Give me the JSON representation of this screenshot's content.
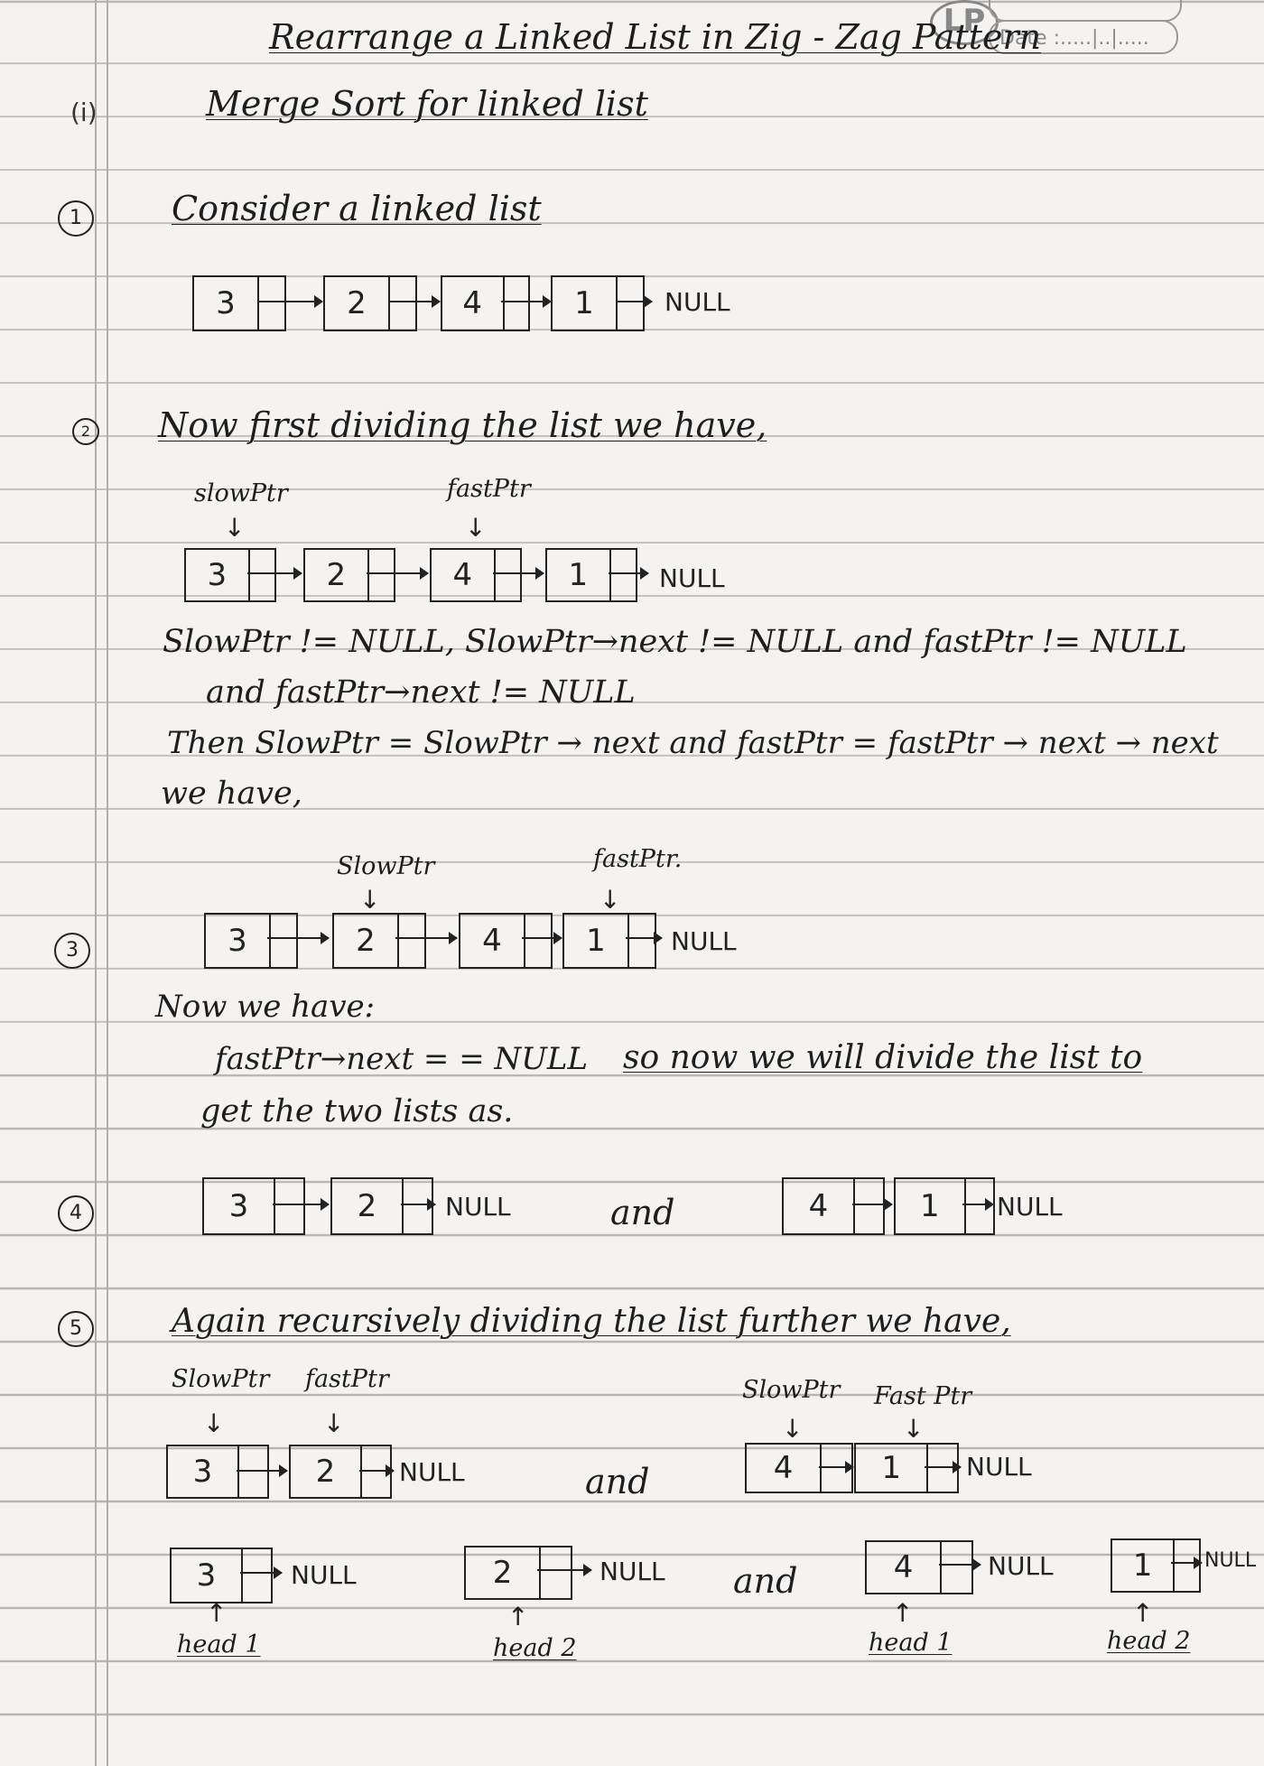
{
  "header": {
    "logo": "LP",
    "date_label": "Date :.....|..|.....",
    "title": "Rearrange a Linked List in Zig - Zag Pattern",
    "sub_mark": "(i)",
    "subtitle": "Merge Sort for linked list"
  },
  "step1": {
    "num": "1",
    "text": "Consider a linked list",
    "nodes": [
      "3",
      "2",
      "4",
      "1"
    ],
    "null": "NULL"
  },
  "step2": {
    "num": "2",
    "text": "Now first dividing the list we have,",
    "slow_label": "slowPtr",
    "fast_label": "fastPtr",
    "nodes": [
      "3",
      "2",
      "4",
      "1"
    ],
    "null": "NULL",
    "cond_line1": "SlowPtr != NULL, SlowPtr→next != NULL and fastPtr != NULL",
    "cond_line2": "and fastPtr→next != NULL",
    "then_line": "Then   SlowPtr = SlowPtr → next and fastPtr = fastPtr → next → next",
    "we_have": "we have,"
  },
  "step3": {
    "num": "3",
    "slow_label": "SlowPtr",
    "fast_label": "fastPtr.",
    "nodes": [
      "3",
      "2",
      "4",
      "1"
    ],
    "null": "NULL",
    "now_text": "Now we have:",
    "cond_line": "fastPtr→next  = = NULL",
    "so_text": "so now we will divide the list to",
    "get_text": "get the two lists as."
  },
  "step4": {
    "num": "4",
    "left_nodes": [
      "3",
      "2"
    ],
    "right_nodes": [
      "4",
      "1"
    ],
    "null": "NULL",
    "and": "and"
  },
  "step5": {
    "num": "5",
    "text": "Again recursively dividing the list further we have,",
    "left_slow": "SlowPtr",
    "left_fast": "fastPtr",
    "right_slow": "SlowPtr",
    "right_fast": "Fast Ptr",
    "left_nodes": [
      "3",
      "2"
    ],
    "right_nodes": [
      "4",
      "1"
    ],
    "null": "NULL",
    "and": "and",
    "split_nodes": [
      "3",
      "2",
      "4",
      "1"
    ],
    "head1": "head 1",
    "head2": "head 2"
  }
}
